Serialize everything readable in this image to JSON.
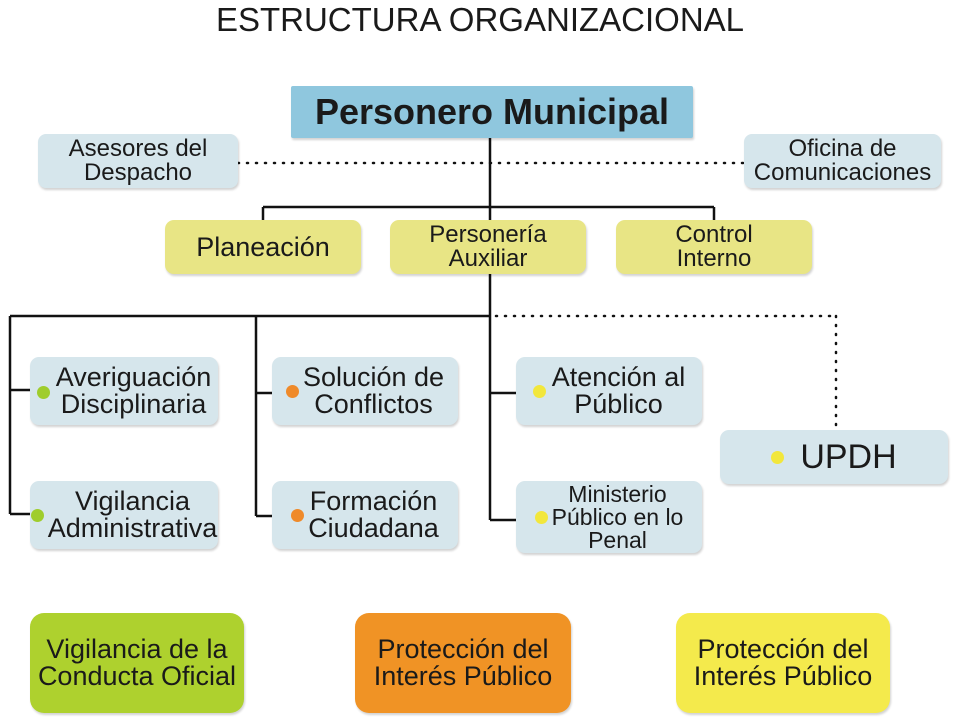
{
  "title": "ESTRUCTURA ORGANIZACIONAL",
  "colors": {
    "top": "#8fc7de",
    "light": "#d6e6ec",
    "yellow": "#e8e585",
    "green_dot": "#9fcd2c",
    "orange_dot": "#ef8a2a",
    "yellow_dot": "#f2e73c",
    "green_footer": "#aed12e",
    "orange_footer": "#f09325",
    "yellow_footer": "#f4ea4c"
  },
  "nodes": {
    "personero": "Personero Municipal",
    "asesores": "Asesores del\nDespacho",
    "oficina": "Oficina de\nComunicaciones",
    "planeacion": "Planeación",
    "personeria": "Personería\nAuxiliar",
    "control": "Control\nInterno",
    "averiguacion": "Averiguación\nDisciplinaria",
    "vigilancia_adm": "Vigilancia\nAdministrativa",
    "solucion": "Solución de\nConflictos",
    "formacion": "Formación\nCiudadana",
    "atencion": "Atención al\nPúblico",
    "ministerio": "Ministerio\nPúblico en lo\nPenal",
    "updh": "UPDH"
  },
  "footer": {
    "vigilancia_conducta": "Vigilancia de la\nConducta Oficial",
    "proteccion_1": "Protección del\nInterés Público",
    "proteccion_2": "Protección del\nInterés Público"
  }
}
